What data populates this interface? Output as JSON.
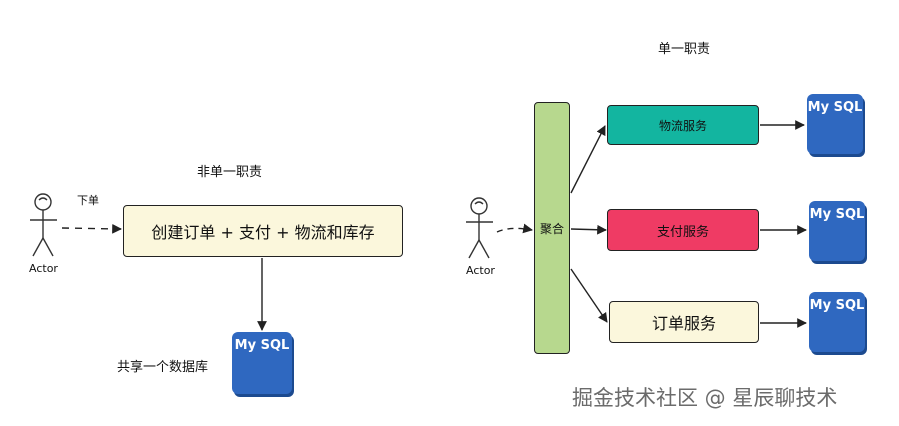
{
  "left": {
    "title": "非单一职责",
    "actor_label": "Actor",
    "edge_label": "下单",
    "monolith_label": "创建订单 +  支付 + 物流和库存",
    "shared_db_label": "共享一个数据库",
    "db_label": "My SQL"
  },
  "right": {
    "title": "单一职责",
    "actor_label": "Actor",
    "aggregate_label": "聚合",
    "services": [
      {
        "label": "物流服务",
        "color": "#13b5a0"
      },
      {
        "label": "支付服务",
        "color": "#ef3b64"
      },
      {
        "label": "订单服务",
        "color": "#fbf7dc"
      }
    ],
    "db_labels": [
      "My SQL",
      "My SQL",
      "My SQL"
    ]
  },
  "colors": {
    "monolith_fill": "#fbf7dc",
    "aggregate_fill": "#b7d88e",
    "db_fill": "#2f68c0"
  },
  "watermark": "掘金技术社区 @ 星辰聊技术"
}
